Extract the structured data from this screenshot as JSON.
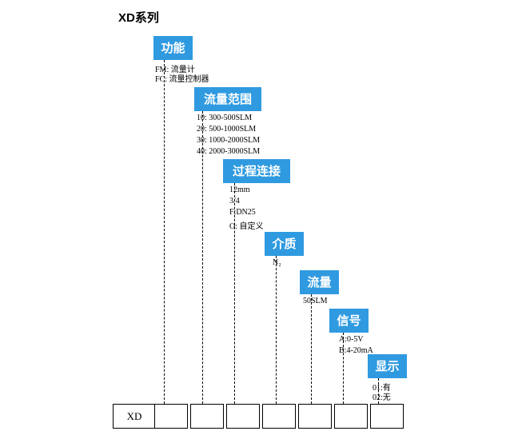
{
  "title": "XD系列",
  "base_code": "XD",
  "categories": [
    {
      "label": "功能",
      "options": [
        "FM:          流量计",
        "FC:          流量控制器"
      ]
    },
    {
      "label": "流量范围",
      "options": [
        "10:      300-500SLM",
        "20:      500-1000SLM",
        "30:      1000-2000SLM",
        "40:      2000-3000SLM"
      ]
    },
    {
      "label": "过程连接",
      "options": [
        "12mm",
        "3/4",
        "F:DN25",
        "O: 自定义"
      ]
    },
    {
      "label": "介质",
      "options": [
        "N₂"
      ]
    },
    {
      "label": "流量",
      "options": [
        "50SLM"
      ]
    },
    {
      "label": "信号",
      "options": [
        "A:0-5V",
        "B:4-20mA"
      ]
    },
    {
      "label": "显示",
      "options": [
        "01:有",
        "02:无"
      ]
    }
  ],
  "colors": {
    "box_fill": "#2f9ae0",
    "box_text": "#ffffff",
    "line": "#000000",
    "text": "#000000"
  }
}
